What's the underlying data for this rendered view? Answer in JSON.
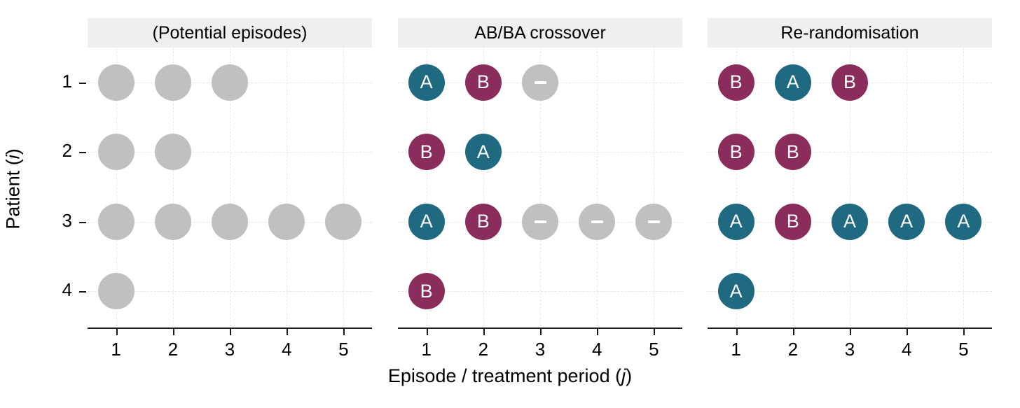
{
  "chart_data": {
    "type": "scatter",
    "title": "",
    "xlabel": "Episode / treatment period (j)",
    "ylabel": "Patient (i)",
    "xlabel_main": "Episode / treatment period (",
    "xlabel_italic": "j",
    "xlabel_tail": ")",
    "ylabel_main": "Patient (",
    "ylabel_italic": "i",
    "ylabel_tail": ")",
    "x_ticks": [
      "1",
      "2",
      "3",
      "4",
      "5"
    ],
    "y_ticks": [
      "1",
      "2",
      "3",
      "4"
    ],
    "xlim": [
      0.5,
      5.5
    ],
    "ylim": [
      0.5,
      4.5
    ],
    "grid": true,
    "legend": "none",
    "colors": {
      "A": "#1f6a80",
      "B": "#8b2d5c",
      "none": "#c0c0c0",
      "strip_background": "#efefef",
      "axis": "#1a1a1a",
      "gridline": "#e8e8e8",
      "label_text": "#ffffff"
    },
    "panels": [
      {
        "label": "(Potential episodes)",
        "points": [
          {
            "patient": 1,
            "period": 1,
            "value": "",
            "group": "none"
          },
          {
            "patient": 1,
            "period": 2,
            "value": "",
            "group": "none"
          },
          {
            "patient": 1,
            "period": 3,
            "value": "",
            "group": "none"
          },
          {
            "patient": 2,
            "period": 1,
            "value": "",
            "group": "none"
          },
          {
            "patient": 2,
            "period": 2,
            "value": "",
            "group": "none"
          },
          {
            "patient": 3,
            "period": 1,
            "value": "",
            "group": "none"
          },
          {
            "patient": 3,
            "period": 2,
            "value": "",
            "group": "none"
          },
          {
            "patient": 3,
            "period": 3,
            "value": "",
            "group": "none"
          },
          {
            "patient": 3,
            "period": 4,
            "value": "",
            "group": "none"
          },
          {
            "patient": 3,
            "period": 5,
            "value": "",
            "group": "none"
          },
          {
            "patient": 4,
            "period": 1,
            "value": "",
            "group": "none"
          }
        ]
      },
      {
        "label": "AB/BA crossover",
        "points": [
          {
            "patient": 1,
            "period": 1,
            "value": "A",
            "group": "A"
          },
          {
            "patient": 1,
            "period": 2,
            "value": "B",
            "group": "B"
          },
          {
            "patient": 1,
            "period": 3,
            "value": "–",
            "group": "none"
          },
          {
            "patient": 2,
            "period": 1,
            "value": "B",
            "group": "B"
          },
          {
            "patient": 2,
            "period": 2,
            "value": "A",
            "group": "A"
          },
          {
            "patient": 3,
            "period": 1,
            "value": "A",
            "group": "A"
          },
          {
            "patient": 3,
            "period": 2,
            "value": "B",
            "group": "B"
          },
          {
            "patient": 3,
            "period": 3,
            "value": "–",
            "group": "none"
          },
          {
            "patient": 3,
            "period": 4,
            "value": "–",
            "group": "none"
          },
          {
            "patient": 3,
            "period": 5,
            "value": "–",
            "group": "none"
          },
          {
            "patient": 4,
            "period": 1,
            "value": "B",
            "group": "B"
          }
        ]
      },
      {
        "label": "Re-randomisation",
        "points": [
          {
            "patient": 1,
            "period": 1,
            "value": "B",
            "group": "B"
          },
          {
            "patient": 1,
            "period": 2,
            "value": "A",
            "group": "A"
          },
          {
            "patient": 1,
            "period": 3,
            "value": "B",
            "group": "B"
          },
          {
            "patient": 2,
            "period": 1,
            "value": "B",
            "group": "B"
          },
          {
            "patient": 2,
            "period": 2,
            "value": "B",
            "group": "B"
          },
          {
            "patient": 3,
            "period": 1,
            "value": "A",
            "group": "A"
          },
          {
            "patient": 3,
            "period": 2,
            "value": "B",
            "group": "B"
          },
          {
            "patient": 3,
            "period": 3,
            "value": "A",
            "group": "A"
          },
          {
            "patient": 3,
            "period": 4,
            "value": "A",
            "group": "A"
          },
          {
            "patient": 3,
            "period": 5,
            "value": "A",
            "group": "A"
          },
          {
            "patient": 4,
            "period": 1,
            "value": "A",
            "group": "A"
          }
        ]
      }
    ]
  }
}
